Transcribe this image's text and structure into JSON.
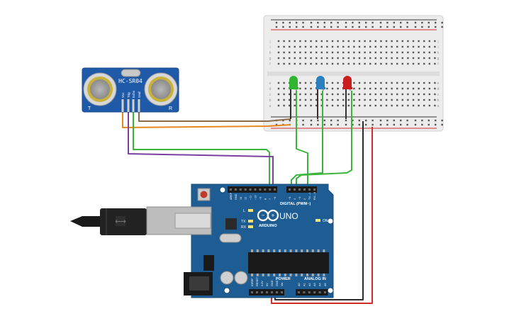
{
  "sensor": {
    "model": "HC-SR04",
    "pins": [
      "Vcc",
      "Trig",
      "Echo",
      "Gnd"
    ],
    "marks": {
      "left": "T",
      "right": "R"
    }
  },
  "board": {
    "brand": "ARDUINO",
    "model": "UNO",
    "digital_label": "DIGITAL (PWM~)",
    "power_label": "POWER",
    "analog_label": "ANALOG IN",
    "on_label": "ON",
    "l_label": "L",
    "tx_label": "TX",
    "rx_label": "RX",
    "digital_pins": [
      "AREF",
      "GND",
      "13",
      "12",
      "~11",
      "~10",
      "~9",
      "8",
      "7",
      "~6",
      "~5",
      "4",
      "~3",
      "2",
      "TX→1",
      "RX←0"
    ],
    "power_pins": [
      "IOREF",
      "RESET",
      "3.3V",
      "5V",
      "GND",
      "GND",
      "Vin"
    ],
    "analog_pins": [
      "A0",
      "A1",
      "A2",
      "A3",
      "A4",
      "A5"
    ]
  },
  "breadboard": {
    "row_letters_top": [
      "j",
      "i",
      "h",
      "g",
      "f"
    ],
    "row_letters_bottom": [
      "e",
      "d",
      "c",
      "b",
      "a"
    ],
    "columns": 30
  },
  "leds": [
    {
      "color": "green",
      "hex": "#2fb52f"
    },
    {
      "color": "blue",
      "hex": "#2a7fbf"
    },
    {
      "color": "red",
      "hex": "#c81e1e"
    }
  ],
  "wire_colors": {
    "brown": "#8b6a4a",
    "orange": "#e8871e",
    "purple": "#7b3fa0",
    "green": "#3cb43c",
    "black": "#2a2a2a",
    "red": "#d42a2a"
  }
}
